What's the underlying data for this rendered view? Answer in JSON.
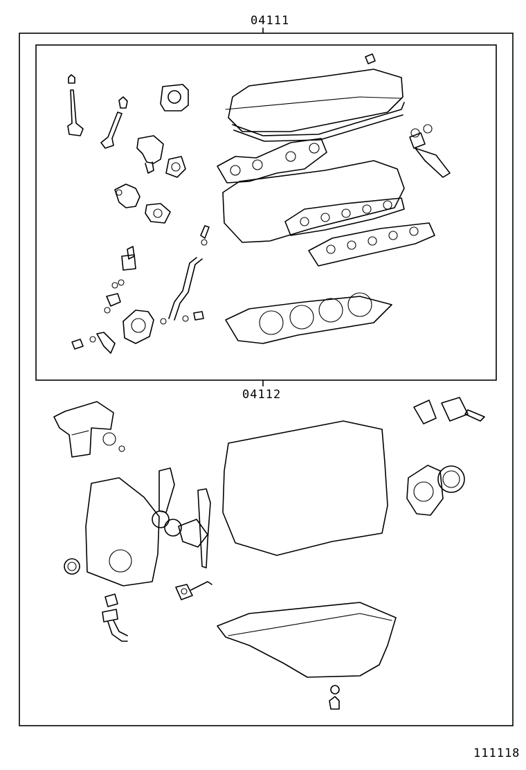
{
  "labels": {
    "kit_upper": "04111",
    "kit_lower": "04112",
    "illustration_no": "111118"
  }
}
